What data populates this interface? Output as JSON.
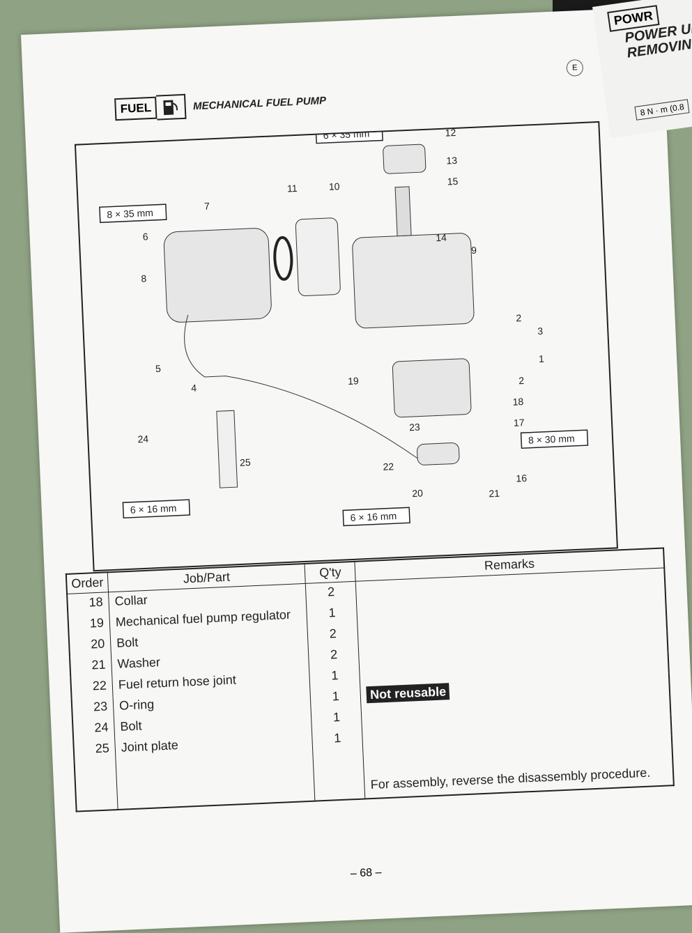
{
  "right_page": {
    "badge": "POWR",
    "title1": "POWER UNI",
    "title2": "REMOVING/I",
    "torque": "8 N · m (0.8"
  },
  "header": {
    "section": "FUEL",
    "icon": "fuel-pump-icon",
    "title": "MECHANICAL FUEL PUMP",
    "lang": "E"
  },
  "diagram": {
    "specs": [
      "6 × 35 mm",
      "8 × 35 mm",
      "8 × 30 mm",
      "6 × 16 mm",
      "6 × 16 mm"
    ],
    "callouts": [
      "1",
      "2",
      "2",
      "3",
      "4",
      "5",
      "6",
      "7",
      "8",
      "9",
      "10",
      "11",
      "12",
      "13",
      "14",
      "15",
      "16",
      "17",
      "18",
      "19",
      "20",
      "21",
      "22",
      "23",
      "24",
      "25"
    ]
  },
  "table": {
    "headers": {
      "order": "Order",
      "part": "Job/Part",
      "qty": "Q'ty",
      "remarks": "Remarks"
    },
    "rows": [
      {
        "order": "18",
        "part": "Collar",
        "qty": "2",
        "remark": ""
      },
      {
        "order": "19",
        "part": "Mechanical fuel pump regulator",
        "qty": "1",
        "remark": ""
      },
      {
        "order": "20",
        "part": "Bolt",
        "qty": "2",
        "remark": ""
      },
      {
        "order": "21",
        "part": "Washer",
        "qty": "2",
        "remark": ""
      },
      {
        "order": "22",
        "part": "Fuel return hose joint",
        "qty": "1",
        "remark": ""
      },
      {
        "order": "23",
        "part": "O-ring",
        "qty": "1",
        "remark": "Not reusable"
      },
      {
        "order": "24",
        "part": "Bolt",
        "qty": "1",
        "remark": ""
      },
      {
        "order": "25",
        "part": "Joint plate",
        "qty": "1",
        "remark": ""
      }
    ],
    "footer_note": "For assembly, reverse the disassembly procedure."
  },
  "page_number": "– 68 –"
}
